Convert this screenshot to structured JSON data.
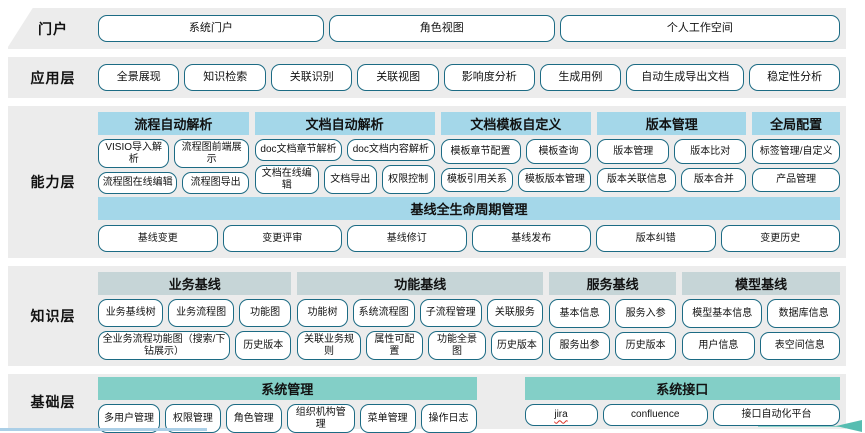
{
  "colors": {
    "band_background": "#ececec",
    "header_blue": "#a4d7e9",
    "header_gray": "#c6d5d7",
    "header_teal": "#83cfc7",
    "box_border": "#1c6b84",
    "accent_line_blue": "#abcfe7",
    "arrow_teal": "#57bdb1",
    "spellcheck_red": "#d93025"
  },
  "misspelled": [
    "jira"
  ],
  "layers": {
    "portal": {
      "label": "门户",
      "boxes": [
        "系统门户",
        "角色视图",
        "个人工作空间"
      ]
    },
    "application": {
      "label": "应用层",
      "boxes": [
        "全景展现",
        "知识检索",
        "关联识别",
        "关联视图",
        "影响度分析",
        "生成用例",
        "自动生成导出文档",
        "稳定性分析"
      ]
    },
    "capability": {
      "label": "能力层",
      "groups": [
        {
          "title": "流程自动解析",
          "flex": 1.72,
          "rows": [
            [
              "VISIO导入解析",
              "流程图前端展示"
            ],
            [
              "流程图在线编辑",
              "流程图导出"
            ]
          ]
        },
        {
          "title": "文档自动解析",
          "flex": 2.05,
          "rows": [
            [
              "doc文档章节解析",
              "doc文档内容解析"
            ],
            [
              "文档在线编辑",
              "文档导出",
              "权限控制"
            ]
          ]
        },
        {
          "title": "文档模板自定义",
          "flex": 1.72,
          "rows": [
            [
              "模板章节配置",
              "模板查询"
            ],
            [
              "模板引用关系",
              "模板版本管理"
            ]
          ]
        },
        {
          "title": "版本管理",
          "flex": 1.7,
          "rows": [
            [
              "版本管理",
              "版本比对"
            ],
            [
              "版本关联信息",
              "版本合并"
            ]
          ]
        },
        {
          "title": "全局配置",
          "flex": 1.0,
          "rows": [
            [
              "标签管理/自定义"
            ],
            [
              "产品管理"
            ]
          ]
        }
      ],
      "baseline": {
        "title": "基线全生命周期管理",
        "boxes": [
          "基线变更",
          "变更评审",
          "基线修订",
          "基线发布",
          "版本纠错",
          "变更历史"
        ]
      }
    },
    "knowledge": {
      "label": "知识层",
      "groups": [
        {
          "title": "业务基线",
          "flex": 1.52,
          "rows": [
            [
              "业务基线树",
              "业务流程图",
              "功能图"
            ],
            [
              "全业务流程功能图（搜索/下钻展示）",
              "历史版本"
            ]
          ]
        },
        {
          "title": "功能基线",
          "flex": 1.93,
          "rows": [
            [
              "功能树",
              "系统流程图",
              "子流程管理",
              "关联服务"
            ],
            [
              "关联业务规则",
              "属性可配置",
              "功能全景图",
              "历史版本"
            ]
          ]
        },
        {
          "title": "服务基线",
          "flex": 1.0,
          "rows": [
            [
              "基本信息",
              "服务入参"
            ],
            [
              "服务出参",
              "历史版本"
            ]
          ]
        },
        {
          "title": "模型基线",
          "flex": 1.24,
          "rows": [
            [
              "模型基本信息",
              "数据库信息"
            ],
            [
              "用户信息",
              "表空间信息"
            ]
          ]
        }
      ]
    },
    "foundation": {
      "label": "基础层",
      "groups": [
        {
          "title": "系统管理",
          "flex": 1.2,
          "rows": [
            [
              "多用户管理",
              "权限管理",
              "角色管理",
              "组织机构管理",
              "菜单管理",
              "操作日志"
            ]
          ]
        },
        {
          "title": "系统接口",
          "flex": 1.0,
          "rows": [
            [
              "jira",
              "confluence",
              "接口自动化平台"
            ]
          ]
        }
      ]
    }
  }
}
